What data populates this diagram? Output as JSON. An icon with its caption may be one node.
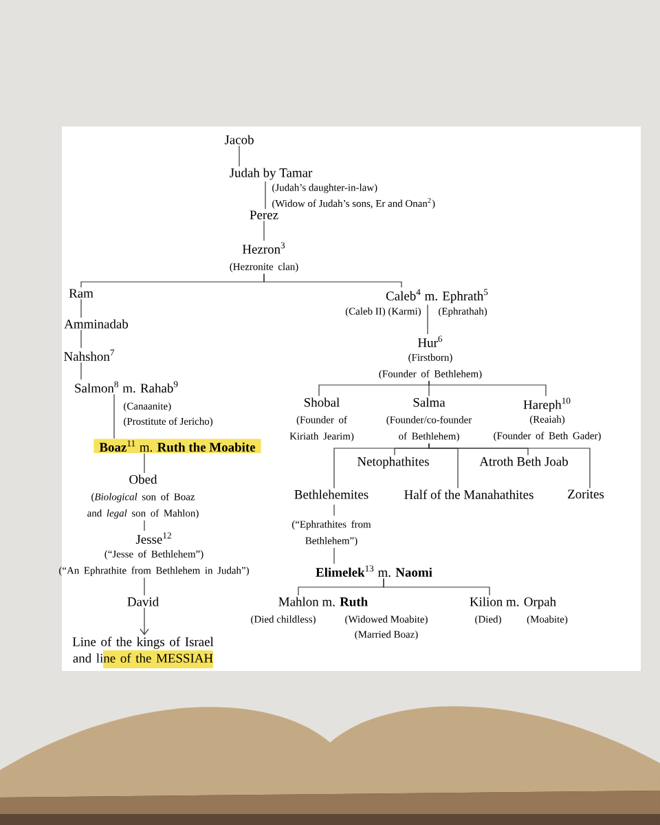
{
  "diagram": {
    "nodes": [
      {
        "text": [
          "Jacob"
        ]
      },
      {
        "text": [
          "Judah by Tamar"
        ],
        "beside": [
          "(Judah’s daughter-in-law)",
          "(Widow of Judah’s sons, Er and Onan$^{2}$)"
        ]
      },
      {
        "text": [
          "Perez"
        ]
      },
      {
        "text": [
          "Hezron$^{3}$",
          "(Hezronite clan)"
        ]
      },
      {
        "text": [
          "Ram"
        ]
      },
      {
        "text": [
          "Amminadab"
        ]
      },
      {
        "text": [
          "Nahshon$^{7}$"
        ]
      },
      {
        "text": [
          "Salmon$^{8}$ m. Rahab$^{9}$"
        ],
        "beside": [
          "(Canaanite)",
          "(Prostitute of Jericho)"
        ]
      },
      {
        "text": [
          "**Boaz**$^{11}$ m. **Ruth the Moabite**"
        ]
      },
      {
        "text": [
          "Obed",
          "(*Biological* son of Boaz and *legal* son of Mahlon)"
        ]
      },
      {
        "text": [
          "Jesse$^{12}$",
          "(“Jesse of Bethlehem”)",
          "(“An Ephrathite from Bethlehem in Judah”)"
        ]
      },
      {
        "text": [
          "David"
        ]
      },
      {
        "text": [
          "Line of the kings of Israel and line of the MESSIAH"
        ]
      },
      {
        "text": [
          "Caleb$^{4}$ m. Ephrath$^{5}$"
        ],
        "beside": [
          "(Caleb II) (Karmi)",
          "(Ephrathah)"
        ]
      },
      {
        "text": [
          "Hur$^{6}$",
          "(Firstborn)",
          "(Founder of Bethlehem)"
        ]
      },
      {
        "text": [
          "Shobal",
          "(Founder of Kiriath Jearim)"
        ]
      },
      {
        "text": [
          "Salma",
          "(Founder/co-founder of Bethlehem)"
        ]
      },
      {
        "text": [
          "Hareph$^{10}$",
          "(Reaiah)",
          "(Founder of Beth Gader)"
        ]
      },
      {
        "text": [
          "Netophathites"
        ]
      },
      {
        "text": [
          "Atroth Beth Joab"
        ]
      },
      {
        "text": [
          "Bethlehemites",
          "(“Ephrathites from Bethlehem”)"
        ]
      },
      {
        "text": [
          "Half of the Manahathites"
        ]
      },
      {
        "text": [
          "Zorites"
        ]
      },
      {
        "text": [
          "**Elimelek**$^{13}$ m. **Naomi**"
        ]
      },
      {
        "text": [
          "Mahlon m. **Ruth**"
        ],
        "beside": [
          "(Died childless)",
          "(Widowed Moabite)",
          "(Married Boaz)"
        ]
      },
      {
        "text": [
          "Kilion m. Orpah"
        ],
        "beside": [
          "(Died)",
          "(Moabite)"
        ]
      }
    ],
    "edges": [
      {
        "from": 0,
        "to": 1,
        "arrow": "none"
      },
      {
        "from": 1,
        "to": 2,
        "arrow": "none"
      },
      {
        "from": 2,
        "to": 3,
        "arrow": "none"
      },
      {
        "from": 3,
        "to": 4,
        "arrow": "none"
      },
      {
        "from": 3,
        "to": 13,
        "arrow": "none"
      },
      {
        "from": 4,
        "to": 5,
        "arrow": "none"
      },
      {
        "from": 5,
        "to": 6,
        "arrow": "none"
      },
      {
        "from": 6,
        "to": 7,
        "arrow": "none"
      },
      {
        "from": 7,
        "to": 8,
        "arrow": "none"
      },
      {
        "from": 8,
        "to": 9,
        "arrow": "none"
      },
      {
        "from": 9,
        "to": 10,
        "arrow": "none"
      },
      {
        "from": 10,
        "to": 11,
        "arrow": "none"
      },
      {
        "from": 11,
        "to": 12,
        "arrow": "to"
      },
      {
        "from": 13,
        "to": 14,
        "arrow": "none"
      },
      {
        "from": 14,
        "to": 15,
        "arrow": "none"
      },
      {
        "from": 14,
        "to": 16,
        "arrow": "none"
      },
      {
        "from": 14,
        "to": 17,
        "arrow": "none"
      },
      {
        "from": 16,
        "to": 18,
        "arrow": "none"
      },
      {
        "from": 16,
        "to": 19,
        "arrow": "none"
      },
      {
        "from": 16,
        "to": 20,
        "arrow": "none"
      },
      {
        "from": 16,
        "to": 21,
        "arrow": "none"
      },
      {
        "from": 16,
        "to": 22,
        "arrow": "none"
      },
      {
        "from": 20,
        "to": 23,
        "arrow": "none"
      },
      {
        "from": 23,
        "to": 24,
        "arrow": "none"
      },
      {
        "from": 23,
        "to": 25,
        "arrow": "none"
      }
    ]
  }
}
